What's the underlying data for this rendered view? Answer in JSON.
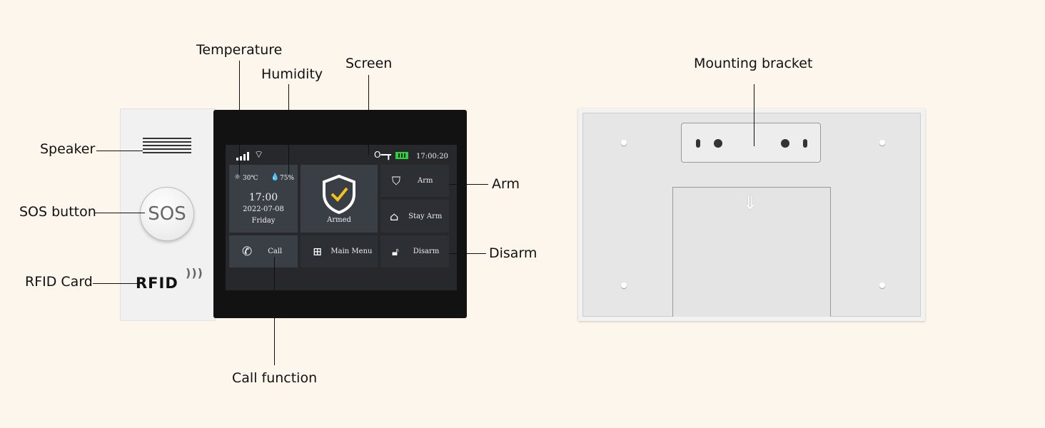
{
  "labels": {
    "temperature": "Temperature",
    "humidity": "Humidity",
    "screen": "Screen",
    "speaker": "Speaker",
    "sos_button": "SOS button",
    "rfid_card": "RFID Card",
    "arm": "Arm",
    "disarm": "Disarm",
    "call_function": "Call function",
    "mounting_bracket": "Mounting bracket"
  },
  "device": {
    "sos_text": "SOS",
    "rfid_text": "RFID"
  },
  "screen": {
    "clock": "17:00:20",
    "temperature": "30℃",
    "humidity": "75%",
    "time": "17:00",
    "date": "2022-07-08",
    "weekday": "Friday",
    "status": "Armed",
    "tiles": {
      "arm": "Arm",
      "stay_arm": "Stay Arm",
      "disarm": "Disarm",
      "call": "Call",
      "main_menu": "Main Menu"
    }
  },
  "colors": {
    "background": "#fdf6ec",
    "battery": "#2fd13a",
    "check": "#f3c21b"
  }
}
